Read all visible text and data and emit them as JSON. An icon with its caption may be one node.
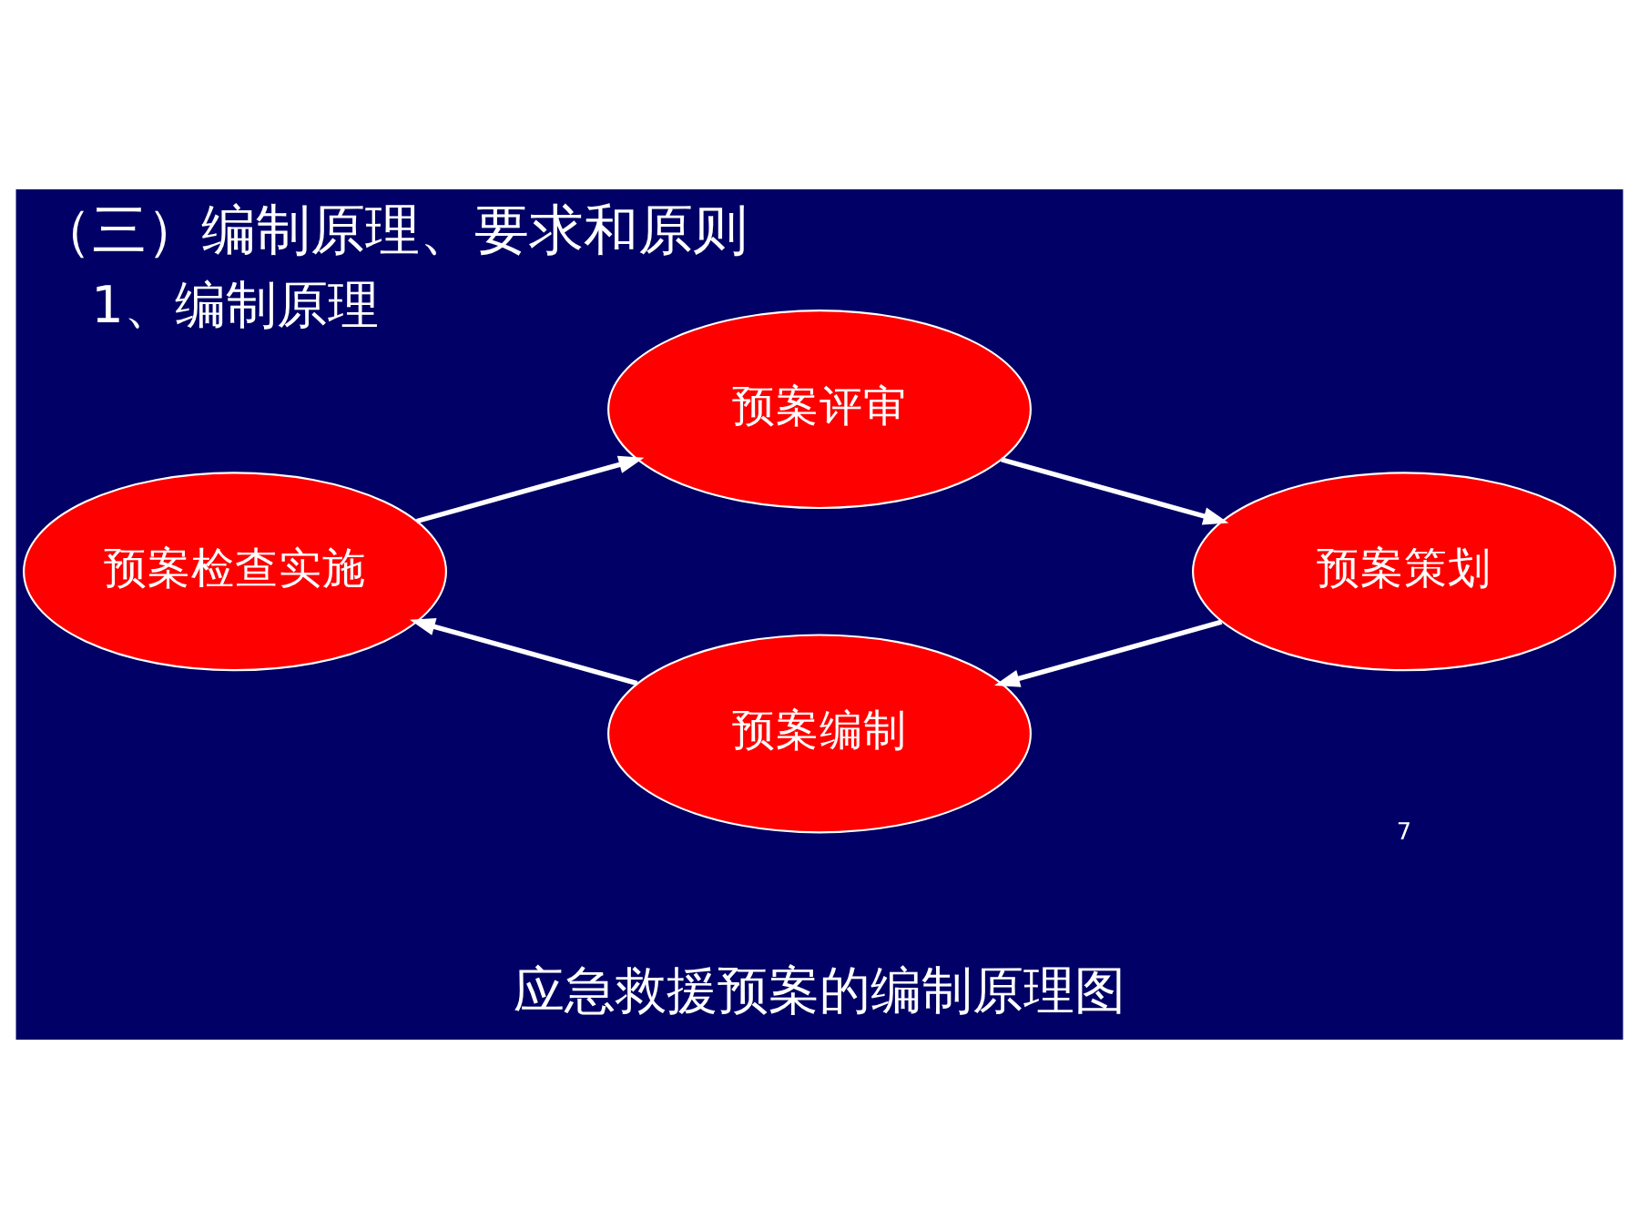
{
  "diagram": {
    "title": "（三）编制原理、要求和原则",
    "caption": "应急救援预案的编制原理图",
    "nodes": [
      {
        "text": [
          "预案评审"
        ]
      },
      {
        "text": [
          "预案检查实施"
        ]
      },
      {
        "text": [
          "预案策划"
        ]
      },
      {
        "text": [
          "预案编制"
        ]
      }
    ],
    "edges": [
      {
        "from": 1,
        "to": 0,
        "arrow": "to"
      },
      {
        "from": 0,
        "to": 2,
        "arrow": "to"
      },
      {
        "from": 2,
        "to": 3,
        "arrow": "to"
      },
      {
        "from": 3,
        "to": 1,
        "arrow": "to"
      }
    ],
    "labels": [
      "1、编制原理",
      "7"
    ]
  }
}
